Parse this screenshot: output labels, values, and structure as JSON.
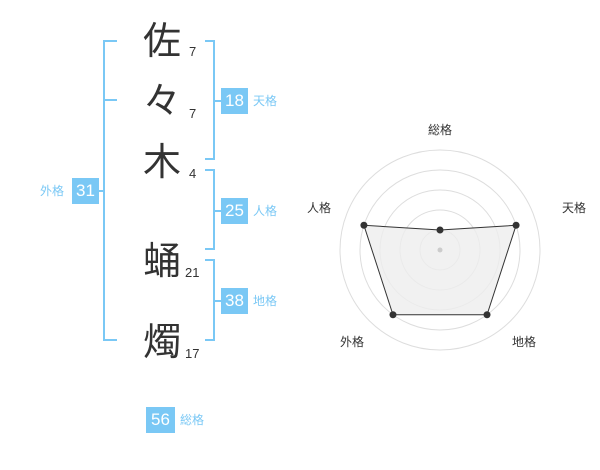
{
  "name_chars": [
    {
      "char": "佐",
      "strokes": "7"
    },
    {
      "char": "々",
      "strokes": "7"
    },
    {
      "char": "木",
      "strokes": "4"
    },
    {
      "char": "蛹",
      "strokes": "21"
    },
    {
      "char": "燭",
      "strokes": "17"
    }
  ],
  "kaku": {
    "tenkaku": {
      "label": "天格",
      "value": "18"
    },
    "jinkaku": {
      "label": "人格",
      "value": "25"
    },
    "chikaku": {
      "label": "地格",
      "value": "38"
    },
    "gaikaku": {
      "label": "外格",
      "value": "31"
    },
    "soukaku": {
      "label": "総格",
      "value": "56"
    }
  },
  "chart_data": {
    "type": "radar",
    "axes": [
      "総格",
      "天格",
      "地格",
      "外格",
      "人格"
    ],
    "values": [
      1,
      4,
      4,
      4,
      4
    ],
    "max": 5,
    "rings": 5
  },
  "colors": {
    "accent": "#7ac8f5",
    "text": "#333333",
    "grid": "#dddddd",
    "fill": "#eeeeee"
  }
}
